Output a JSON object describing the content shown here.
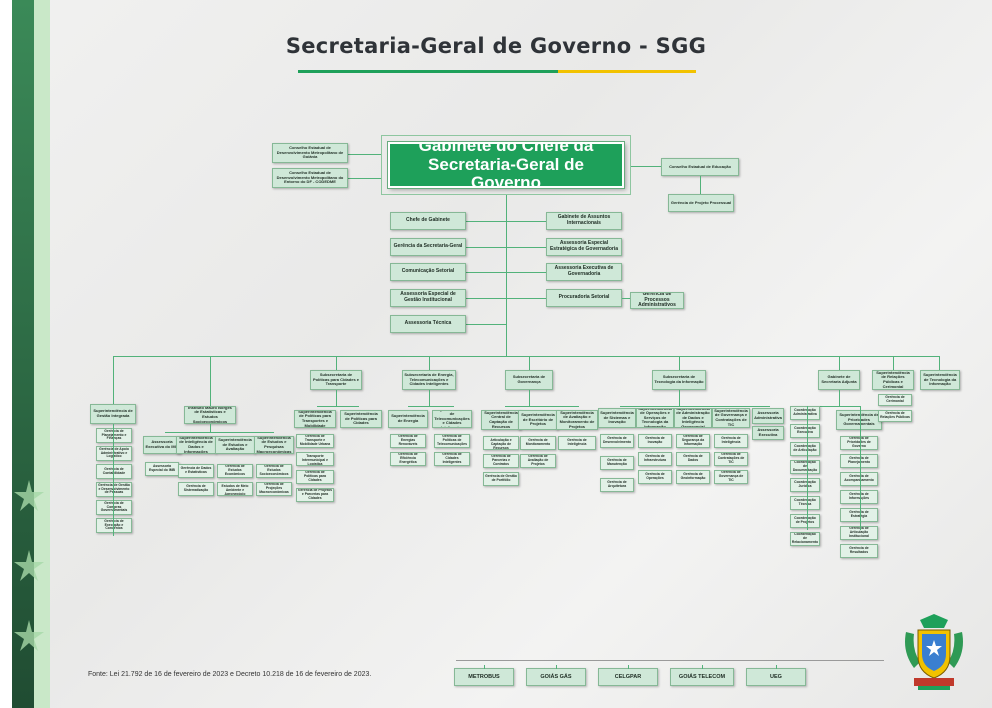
{
  "title": "Secretaria-Geral de Governo - SGG",
  "colors": {
    "brand_green": "#1ea05a",
    "box_fill": "#cfe8d8",
    "box_border": "#86b896",
    "accent_yellow": "#f2c200",
    "stripe_dark": "#2b5a3c"
  },
  "head": {
    "main": "Gabinete do Chefe da Secretaria-Geral de Governo",
    "left_councils": [
      "Conselho Estadual de Desenvolvimento Metropolitano de Goiânia",
      "Conselho Estadual de Desenvolvimento Metropolitano do Entorno do DF - CODEDME"
    ],
    "right_council": "Conselho Estadual de Educação",
    "right_council_child": "Gerência de Projeto Processual"
  },
  "staff_left": [
    "Chefe de Gabinete",
    "Gerência da Secretaria-Geral",
    "Comunicação Setorial",
    "Assessoria Especial de Gestão Institucional",
    "Assessoria Técnica"
  ],
  "staff_right": [
    "Gabinete de Assuntos Internacionais",
    "Assessoria Especial Estratégica de Governadoria",
    "Assessoria Executiva de Governadoria",
    "Procuradoria Setorial"
  ],
  "procuradoria_child": "Gerência de Processos Administrativos",
  "units": [
    "Superintendência de Gestão Integrada",
    "Instituto Mauro Borges de Estatísticas e Estudos Socioeconômicos",
    "Subsecretaria de Políticas para Cidades e Transporte",
    "Subsecretaria de Energia, Telecomunicações e Cidades Inteligentes",
    "Subsecretaria de Governança",
    "Subsecretaria de Tecnologia da Informação",
    "Gabinete de Secretaria Adjunta",
    "Superintendência de Relações Públicas e Cerimonial",
    "Superintendência de Tecnologia da Informação"
  ],
  "children": {
    "gestao": [
      "Gerência de Planejamento e Finanças",
      "Gerência de Apoio Administrativo e Logístico",
      "Gerência de Contabilidade",
      "Gerência de Gestão e Desenvolvimento de Pessoas",
      "Gerência de Compras Governamentais",
      "Gerência de Execução e Convênios"
    ],
    "imb": [
      "Assessoria Executiva do IMB",
      "Superintendência de Inteligência de Dados e Informações",
      "Superintendência de Estudos e Avaliação",
      "Superintendência de Estudos e Pesquisas Macroeconômicas"
    ],
    "imb_sub": [
      "Assessoria Especial do IMB",
      "Gerência de Dados e Estatísticas",
      "Gerência de Sistematização",
      "Gerência de Estudos Econômicos",
      "Gerência de Estudos de Meio Ambiente e Agronegócio",
      "Gerência de Estudos Socioeconômicos",
      "Gerência de Projeções Macroeconômicas"
    ],
    "cidades": [
      "Superintendência de Políticas para Transportes e Mobilidade",
      "Superintendência de Políticas para Cidades"
    ],
    "cidades_sub": [
      "Gerência de Transporte e Mobilidade Urbana",
      "Gerência de Transporte Intermunicipal e Logística",
      "Gerência de Políticas para Cidades",
      "Gerência de Projetos e Parcerias para Cidades"
    ],
    "energia": [
      "Superintendência de Energia",
      "Superintendência de Telecomunicações e Cidades Inteligentes"
    ],
    "energia_sub": [
      "Gerência de Energias Renováveis",
      "Gerência de Eficiência Energética",
      "Gerência de Políticas de Telecomunicações",
      "Gerência de Cidades Inteligentes"
    ],
    "governanca": [
      "Superintendência Central de Captação de Recursos",
      "Superintendência de Escritório de Projetos",
      "Superintendência de Avaliação e Monitoramento de Projetos"
    ],
    "governanca_sub": [
      "Gerência de Articulação e Captação de Recursos",
      "Gerência de Parcerias e Contratos",
      "Gerência de Gestão de Portfólio",
      "Gerência de Monitoramento",
      "Gerência de Avaliação de Projetos",
      "Gerência de Inteligência"
    ],
    "ti": [
      "Superintendência de Sistemas e Inovação",
      "Superintendência de Operações e Serviços de Tecnologia da Informação",
      "Superintendência de Administração de Dados e Inteligência Geoespacial",
      "Superintendência de Governança e Contratações de TIC",
      "Assessoria Administrativa",
      "Assessoria Executiva"
    ],
    "ti_sub": [
      "Gerência de Desenvolvimento",
      "Gerência de Manutenção",
      "Gerência de Arquitetura",
      "Gerência de Inovação",
      "Gerência de Infraestrutura",
      "Gerência de Operações",
      "Gerência de Segurança da Informação",
      "Gerência de Dados",
      "Gerência de Geoinformação",
      "Gerência de Inteligência",
      "Gerência de Contratações de TIC",
      "Gerência de Governança de TIC"
    ],
    "adjunta_col": [
      "Coordenação Administrativa",
      "Coordenação Executiva",
      "Coordenação de Articulação",
      "Coordenação de Documentação",
      "Coordenação Jurídica",
      "Coordenação Técnica",
      "Coordenação de Projetos",
      "Coordenação de Relacionamento"
    ],
    "adjunta_sup": "Superintendência de Prioridades Governamentais",
    "adjunta_sub": [
      "Gerência de Prioridades de Governo",
      "Gerência de Planejamento",
      "Gerência de Acompanhamento",
      "Gerência de Informações",
      "Gerência de Estratégia",
      "Gerência de Articulação Institucional",
      "Gerência de Resultados"
    ],
    "rp_sub": [
      "Gerência de Cerimonial",
      "Gerência de Relações Públicas"
    ]
  },
  "source": "Fonte: Lei 21.792 de 16 de fevereiro de 2023 e Decreto 10.218 de 16 de fevereiro de 2023.",
  "companies": [
    "METROBUS",
    "GOIÁS GÁS",
    "CELGPAR",
    "GOIÁS TELECOM",
    "UEG"
  ],
  "logo_icon": "goias-coat-of-arms-icon"
}
